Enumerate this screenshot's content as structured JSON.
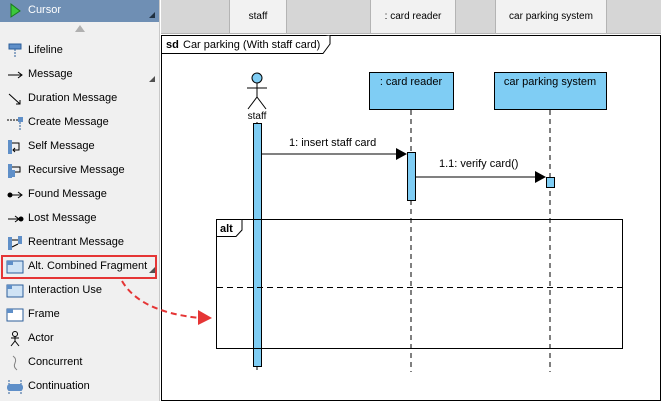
{
  "palette": {
    "items": [
      {
        "label": "Cursor",
        "icon": "cursor-icon"
      },
      {
        "label": "Lifeline",
        "icon": "lifeline-icon"
      },
      {
        "label": "Message",
        "icon": "message-arrow-icon"
      },
      {
        "label": "Duration Message",
        "icon": "duration-message-icon"
      },
      {
        "label": "Create Message",
        "icon": "create-message-icon"
      },
      {
        "label": "Self Message",
        "icon": "self-message-icon"
      },
      {
        "label": "Recursive Message",
        "icon": "recursive-message-icon"
      },
      {
        "label": "Found Message",
        "icon": "found-message-icon"
      },
      {
        "label": "Lost Message",
        "icon": "lost-message-icon"
      },
      {
        "label": "Reentrant Message",
        "icon": "reentrant-message-icon"
      },
      {
        "label": "Alt. Combined Fragment",
        "icon": "combined-fragment-icon"
      },
      {
        "label": "Interaction Use",
        "icon": "interaction-use-icon"
      },
      {
        "label": "Frame",
        "icon": "frame-icon"
      },
      {
        "label": "Actor",
        "icon": "actor-icon"
      },
      {
        "label": "Concurrent",
        "icon": "concurrent-icon"
      },
      {
        "label": "Continuation",
        "icon": "continuation-icon"
      }
    ],
    "highlight_color": "#e53535",
    "selected_color": "#6f8fb4"
  },
  "header": {
    "tabs": [
      "staff",
      ": card reader",
      "car parking system"
    ]
  },
  "diagram": {
    "frame_keyword": "sd",
    "frame_title": "Car parking (With staff card)",
    "actor_name": "staff",
    "lifelines": [
      ": card reader",
      "car parking system"
    ],
    "messages": [
      "1: insert staff card",
      "1.1: verify card()"
    ],
    "fragment_operator": "alt",
    "lifeline_fill": "#7fcdf4"
  }
}
